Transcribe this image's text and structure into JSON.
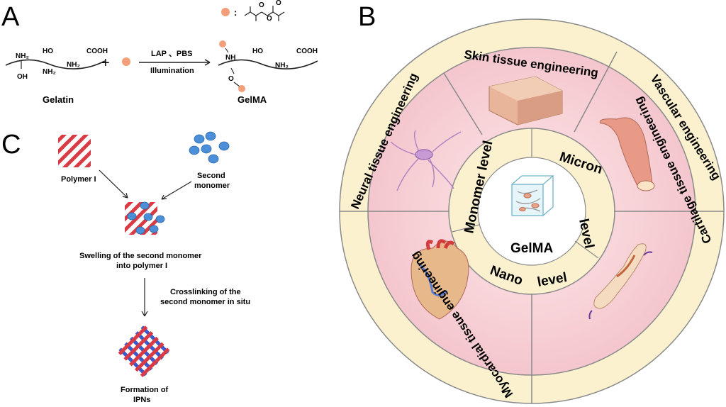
{
  "panels": {
    "a": {
      "letter": "A",
      "legend_separator": ":",
      "reagents": "LAP 、PBS",
      "condition": "Illumination",
      "left_label": "Gelatin",
      "right_label": "GelMA",
      "plus": "+",
      "chem": {
        "nh2": "NH₂",
        "oh": "OH",
        "ho": "HO",
        "cooh": "COOH",
        "nh": "NH",
        "o": "O"
      }
    },
    "b": {
      "letter": "B",
      "center_label": "GelMA",
      "inner_ring": [
        "Monomer level",
        "Micron",
        "level",
        "Nano",
        "level"
      ],
      "outer_ring": [
        "Skin tissue engineering",
        "Vascular engineering",
        "Cartilage tissue engineering",
        "Myocardial tissue engineering",
        "Neural tissue engineering"
      ]
    },
    "c": {
      "letter": "C",
      "polymer_label": "Polymer I",
      "monomer_label_1": "Second",
      "monomer_label_2": "monomer",
      "swelling_label_1": "Swelling of the second monomer",
      "swelling_label_2": "into polymer I",
      "crosslink_label_1": "Crosslinking of the",
      "crosslink_label_2": "second monomer in situ",
      "formation_label_1": "Formation of",
      "formation_label_2": "IPNs"
    }
  },
  "colors": {
    "polymer_red": "#d93a43",
    "monomer_blue": "#4a8fd8",
    "network_blue": "#3a5bd0",
    "ring_cream": "#fbf1cf",
    "ring_pink": "#f6cdd3",
    "outline_gray": "#8a8a8a",
    "orange_dot": "#f3a07a"
  }
}
